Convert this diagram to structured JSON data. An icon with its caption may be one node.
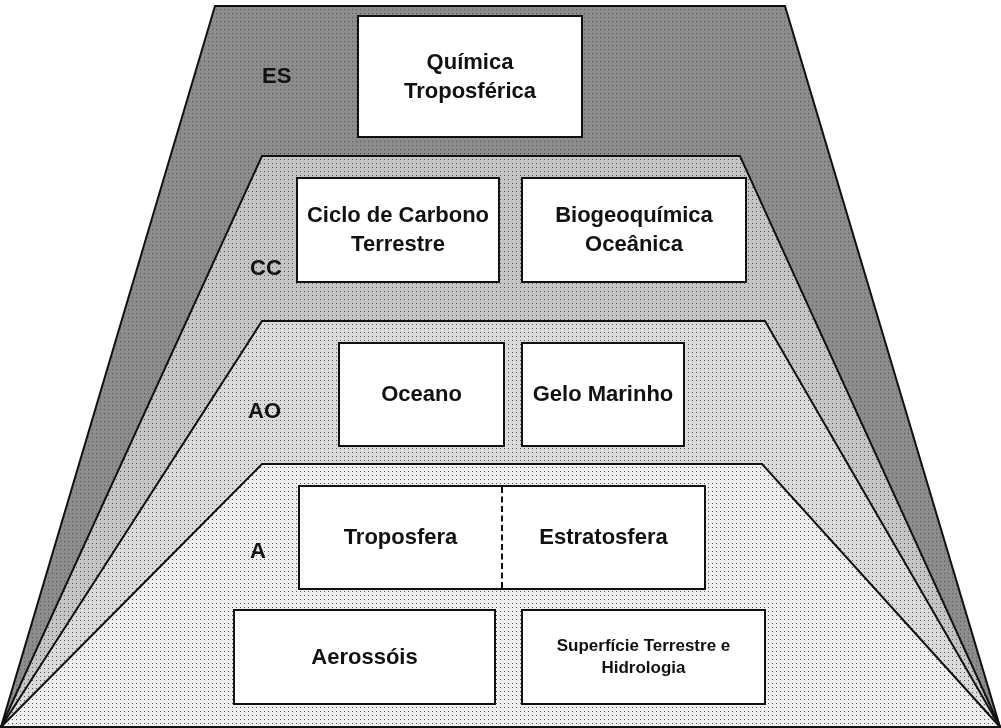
{
  "diagram": {
    "nodes": [
      {
        "text": [
          "ES"
        ]
      },
      {
        "text": [
          "Química Troposférica"
        ],
        "in": 0
      },
      {
        "text": [
          "CC"
        ],
        "in": 0
      },
      {
        "text": [
          "Ciclo de Carbono Terrestre"
        ],
        "in": 2
      },
      {
        "text": [
          "Biogeoquímica Oceânica"
        ],
        "in": 2
      },
      {
        "text": [
          "AO"
        ],
        "in": 2
      },
      {
        "text": [
          "Oceano"
        ],
        "in": 5
      },
      {
        "text": [
          "Gelo Marinho"
        ],
        "in": 5
      },
      {
        "text": [
          "A"
        ],
        "in": 5
      },
      {
        "text": [
          "Troposfera",
          "Estratosfera"
        ],
        "in": 8
      },
      {
        "text": [
          "Aerossóis"
        ],
        "in": 8
      },
      {
        "text": [
          "Superfície Terrestre e Hidrologia"
        ],
        "in": 8
      }
    ],
    "edges": []
  }
}
